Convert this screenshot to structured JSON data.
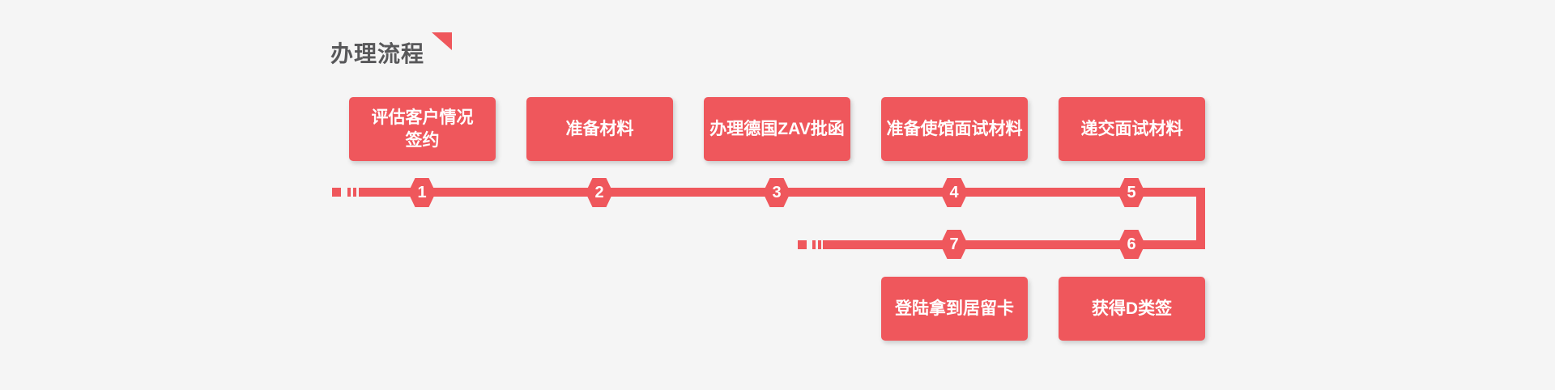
{
  "header": {
    "title": "办理流程"
  },
  "colors": {
    "accent": "#ef575c",
    "background": "#f5f5f5",
    "title_text": "#58585a",
    "box_text": "#ffffff"
  },
  "steps": [
    {
      "number": "1",
      "label": "评估客户情况\n签约"
    },
    {
      "number": "2",
      "label": "准备材料"
    },
    {
      "number": "3",
      "label": "办理德国ZAV批函"
    },
    {
      "number": "4",
      "label": "准备使馆面试材料"
    },
    {
      "number": "5",
      "label": "递交面试材料"
    },
    {
      "number": "6",
      "label": "获得D类签"
    },
    {
      "number": "7",
      "label": "登陆拿到居留卡"
    }
  ]
}
